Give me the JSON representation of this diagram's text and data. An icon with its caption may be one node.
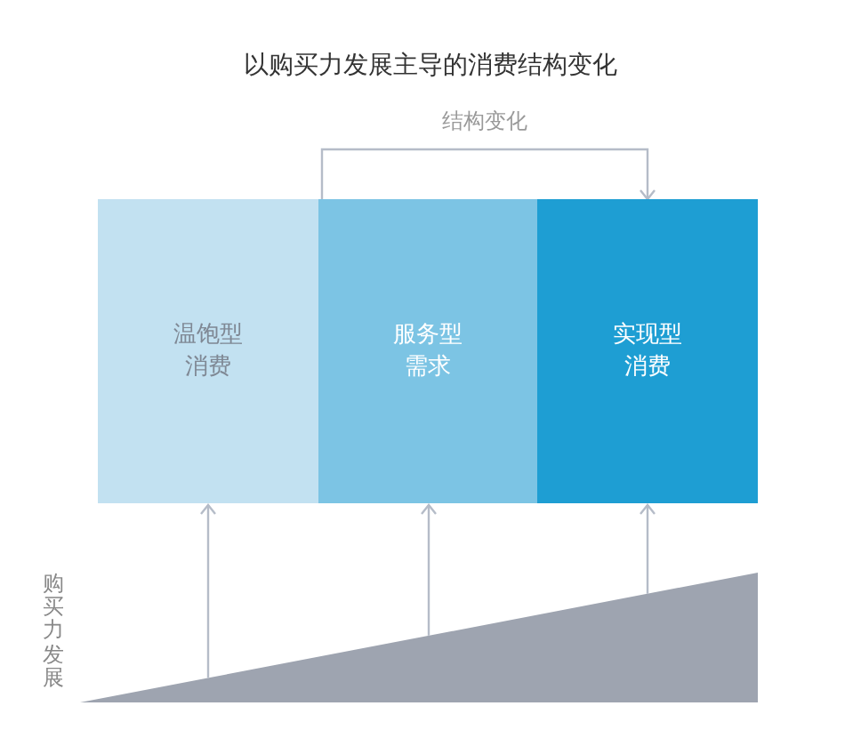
{
  "diagram": {
    "title": "以购买力发展主导的消费结构变化",
    "nodes": [
      {
        "text": [
          "温饱型消费"
        ]
      },
      {
        "text": [
          "服务型需求"
        ]
      },
      {
        "text": [
          "实现型消费"
        ]
      },
      {
        "text": [],
        "shape": "triangle",
        "beside": [
          "购买力发展"
        ]
      }
    ],
    "edges": [
      {
        "from": 1,
        "to": 2,
        "arrow": "to",
        "label": "结构变化"
      },
      {
        "from": 3,
        "to": 0,
        "arrow": "to"
      },
      {
        "from": 3,
        "to": 1,
        "arrow": "to"
      },
      {
        "from": 3,
        "to": 2,
        "arrow": "to"
      }
    ]
  }
}
